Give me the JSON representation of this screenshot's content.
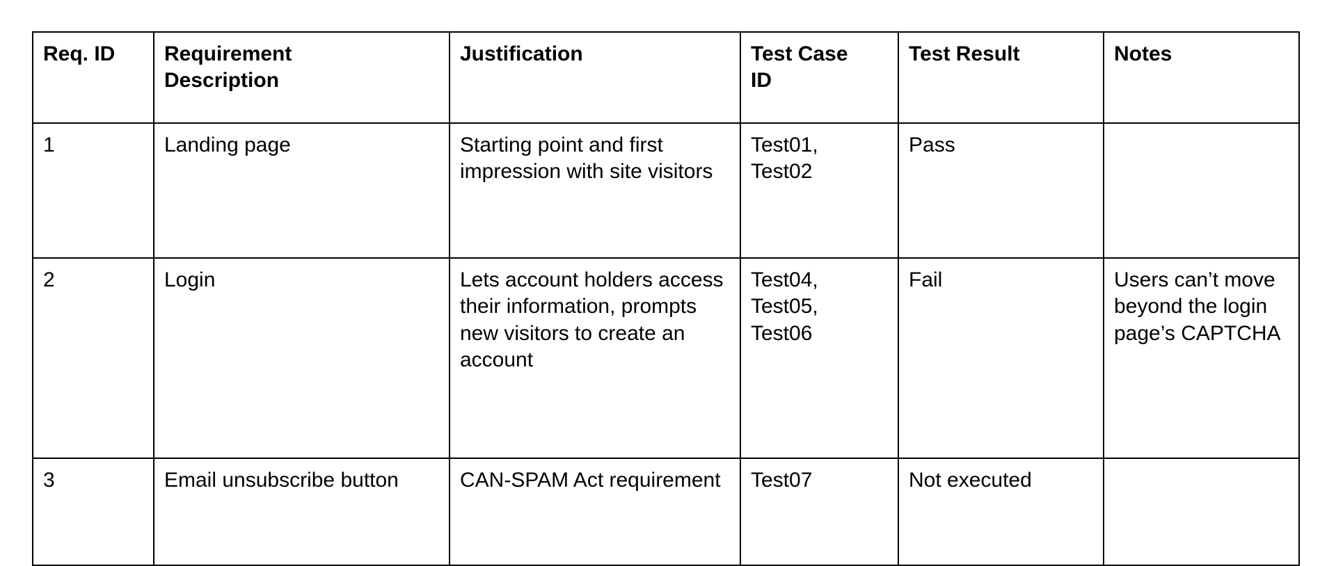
{
  "table": {
    "columns": [
      {
        "key": "req_id",
        "label": "Req. ID"
      },
      {
        "key": "description",
        "label": "Requirement\nDescription"
      },
      {
        "key": "justification",
        "label": "Justification"
      },
      {
        "key": "test_case_id",
        "label": "Test Case\nID"
      },
      {
        "key": "test_result",
        "label": "Test Result"
      },
      {
        "key": "notes",
        "label": "Notes"
      }
    ],
    "rows": [
      {
        "req_id": "1",
        "description": "Landing page",
        "justification": "Starting point and first impression with site visitors",
        "test_case_id": "Test01,\nTest02",
        "test_result": "Pass",
        "notes": ""
      },
      {
        "req_id": "2",
        "description": "Login",
        "justification": "Lets account holders access their information, prompts new visitors to create an account",
        "test_case_id": "Test04,\nTest05,\nTest06",
        "test_result": "Fail",
        "notes": "Users can’t move beyond the login page’s CAPTCHA"
      },
      {
        "req_id": "3",
        "description": "Email unsubscribe button",
        "justification": "CAN-SPAM Act requirement",
        "test_case_id": "Test07",
        "test_result": "Not executed",
        "notes": ""
      }
    ]
  },
  "style": {
    "border_color": "#000000",
    "text_color": "#000000",
    "background_color": "#ffffff"
  }
}
